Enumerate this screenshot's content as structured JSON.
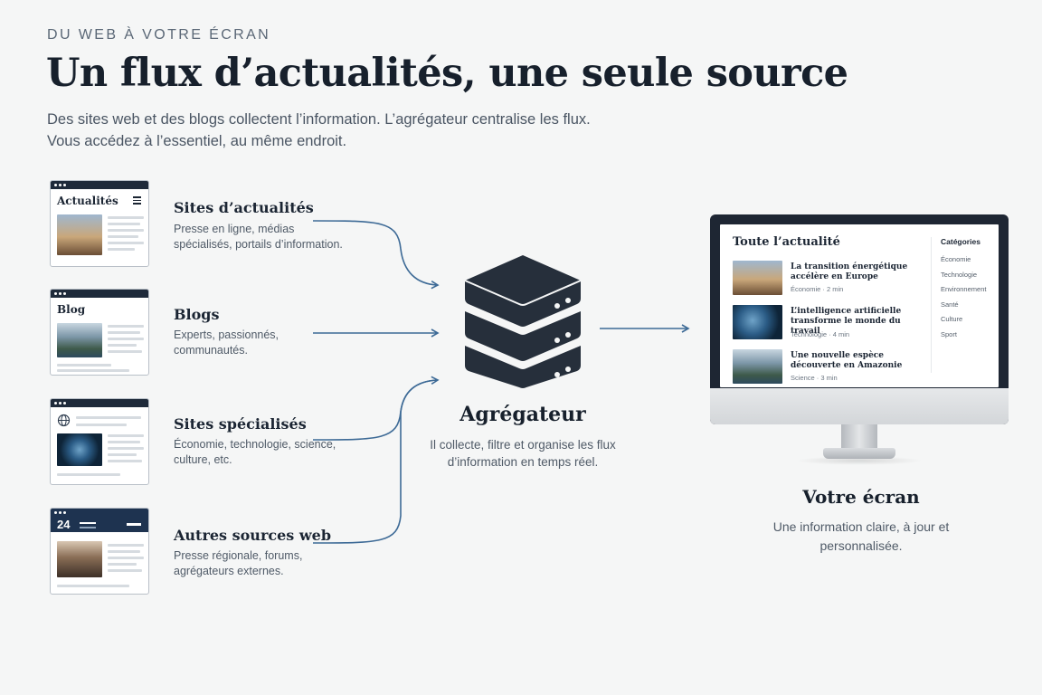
{
  "header": {
    "kicker": "DU WEB À VOTRE ÉCRAN",
    "title": "Un flux d’actualités, une seule source",
    "intro": "Des sites web et des blogs collectent l’information. L’agrégateur centralise les flux. Vous accédez à l’essentiel, au même endroit."
  },
  "sources": [
    {
      "thumb_title": "Actualités",
      "title": "Sites d’actualités",
      "desc": "Presse en ligne, médias spécialisés, portails d’information."
    },
    {
      "thumb_title": "Blog",
      "title": "Blogs",
      "desc": "Experts, passionnés, communautés."
    },
    {
      "thumb_title": "",
      "title": "Sites spécialisés",
      "desc": "Économie, technologie, science, culture, etc."
    },
    {
      "thumb_title": "24",
      "title": "Autres sources web",
      "desc": "Presse régionale, forums, agrégateurs externes."
    }
  ],
  "hub": {
    "title": "Agrégateur",
    "desc": "Il collecte, filtre et organise les flux d’information en temps réel."
  },
  "screen": {
    "title": "Toute l’actualité",
    "articles": [
      {
        "headline": "La transition énergétique accélère en Europe",
        "meta": "Économie · 2 min"
      },
      {
        "headline": "L’intelligence artificielle transforme le monde du travail",
        "meta": "Technologie · 4 min"
      },
      {
        "headline": "Une nouvelle espèce découverte en Amazonie",
        "meta": "Science · 3 min"
      }
    ],
    "categories_title": "Catégories",
    "categories": [
      "Économie",
      "Technologie",
      "Environnement",
      "Santé",
      "Culture",
      "Sport"
    ]
  },
  "result": {
    "title": "Votre écran",
    "desc": "Une information claire, à jour et personnalisée."
  },
  "colors": {
    "dark": "#1e2a3a",
    "arrow": "#3d6a96",
    "text_muted": "#4f5a67"
  }
}
